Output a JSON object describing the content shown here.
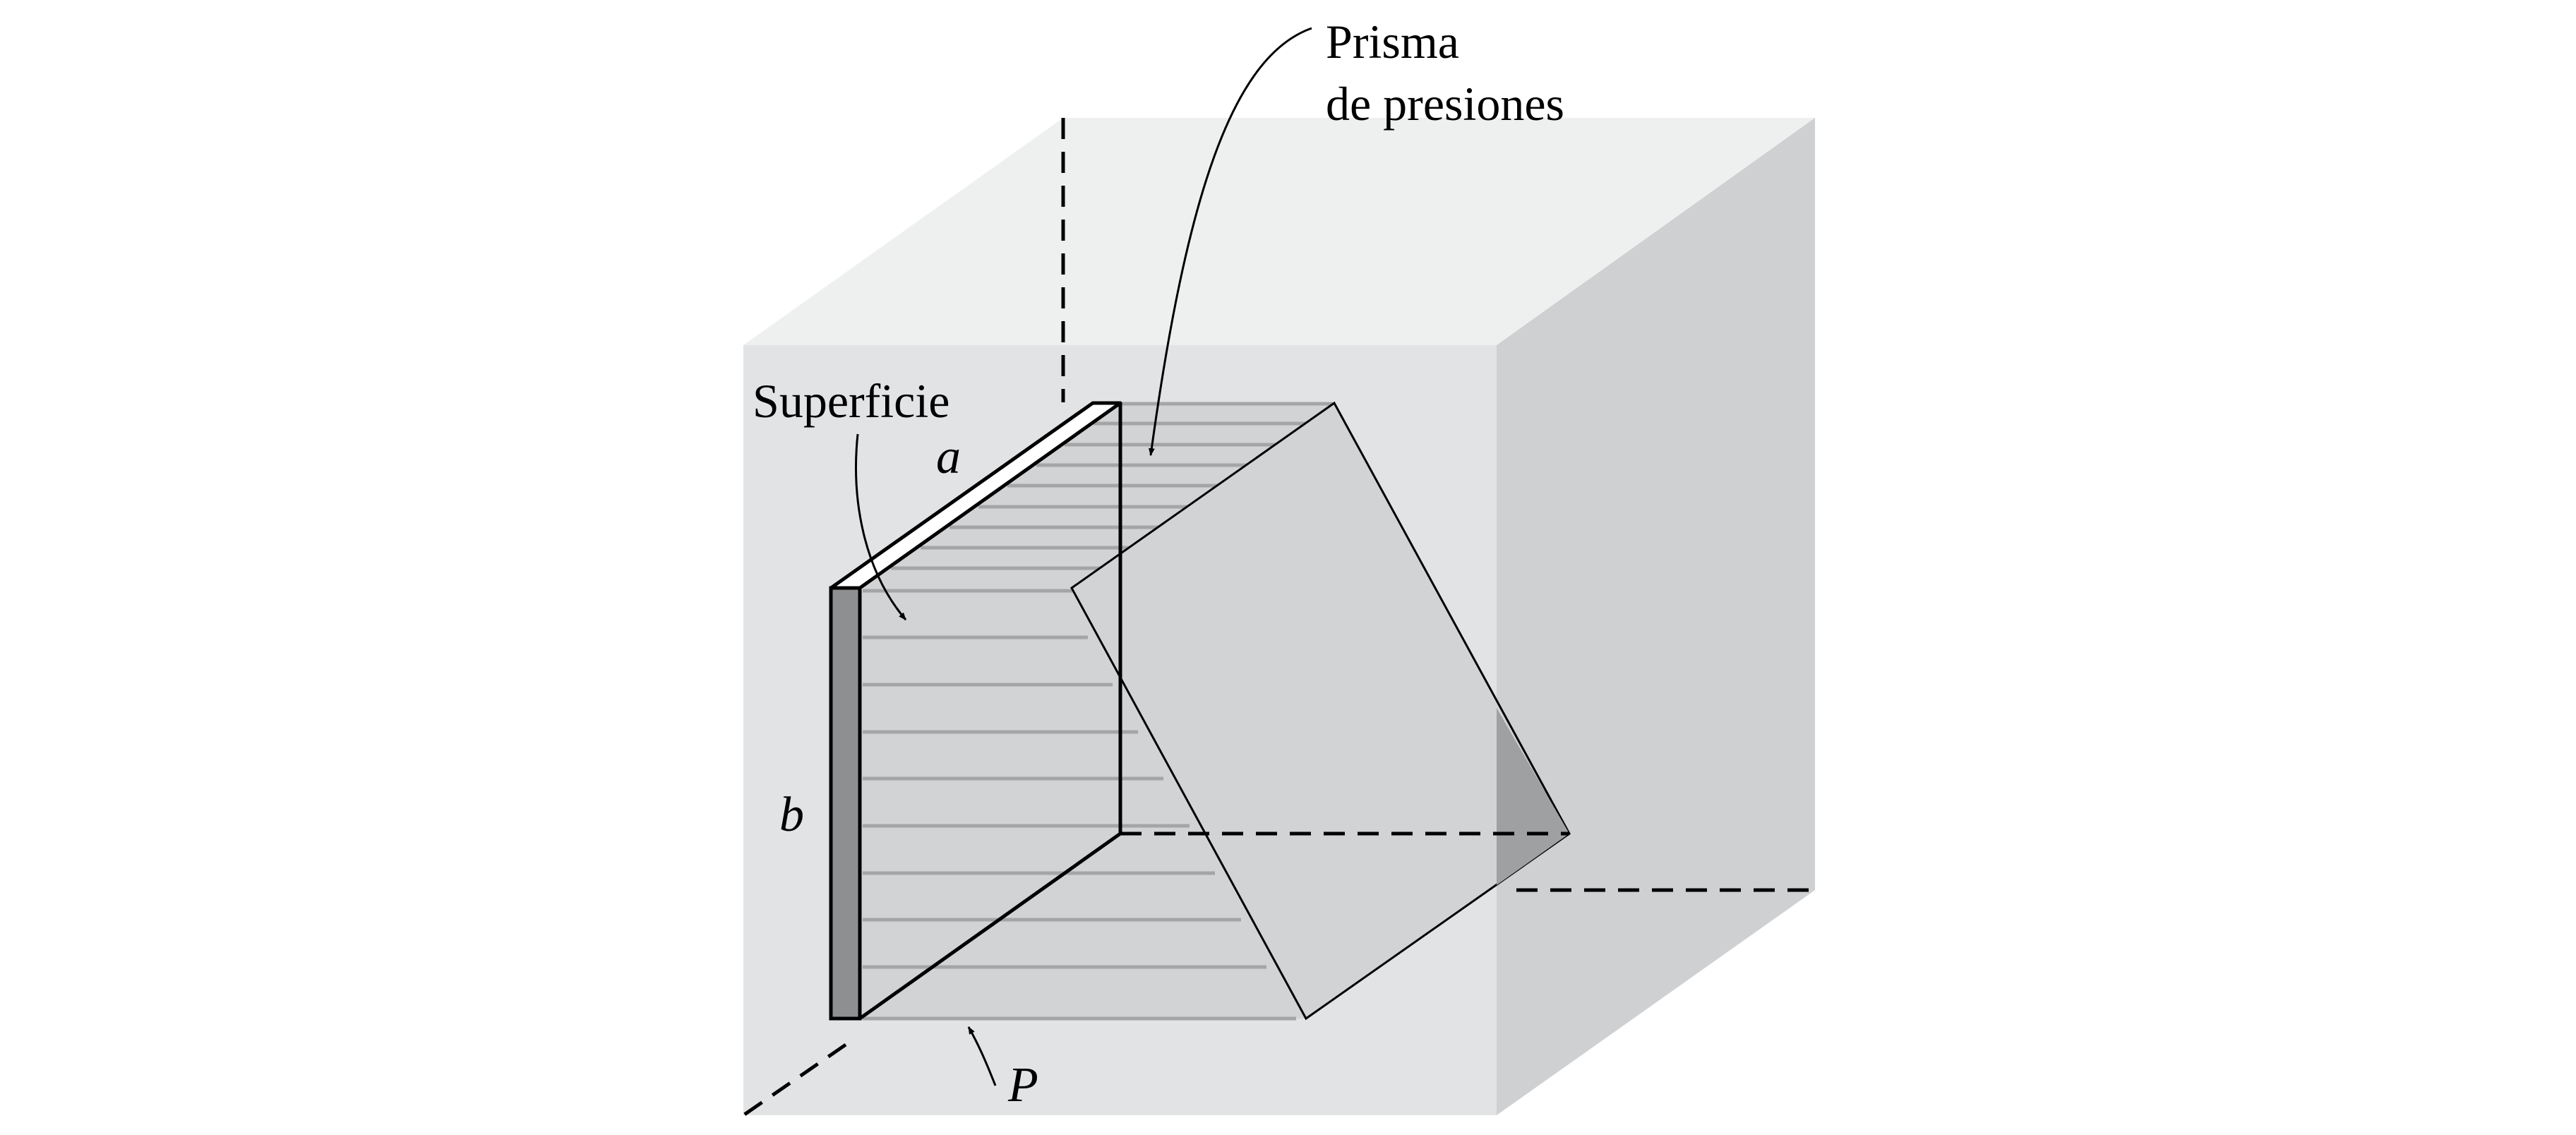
{
  "labels": {
    "prism_line1": "Prisma",
    "prism_line2": "de presiones",
    "surface": "Superficie",
    "a": "a",
    "b": "b",
    "p": "P"
  },
  "colors": {
    "background": "#ffffff",
    "block_top": "#eef0f0",
    "block_front": "#e2e3e5",
    "block_side": "#cfd0d2",
    "prism_fill": "#d2d3d5",
    "plate_edge": "#8e8f91",
    "arrow_gray": "#a4a5a7",
    "outline": "#000000"
  }
}
